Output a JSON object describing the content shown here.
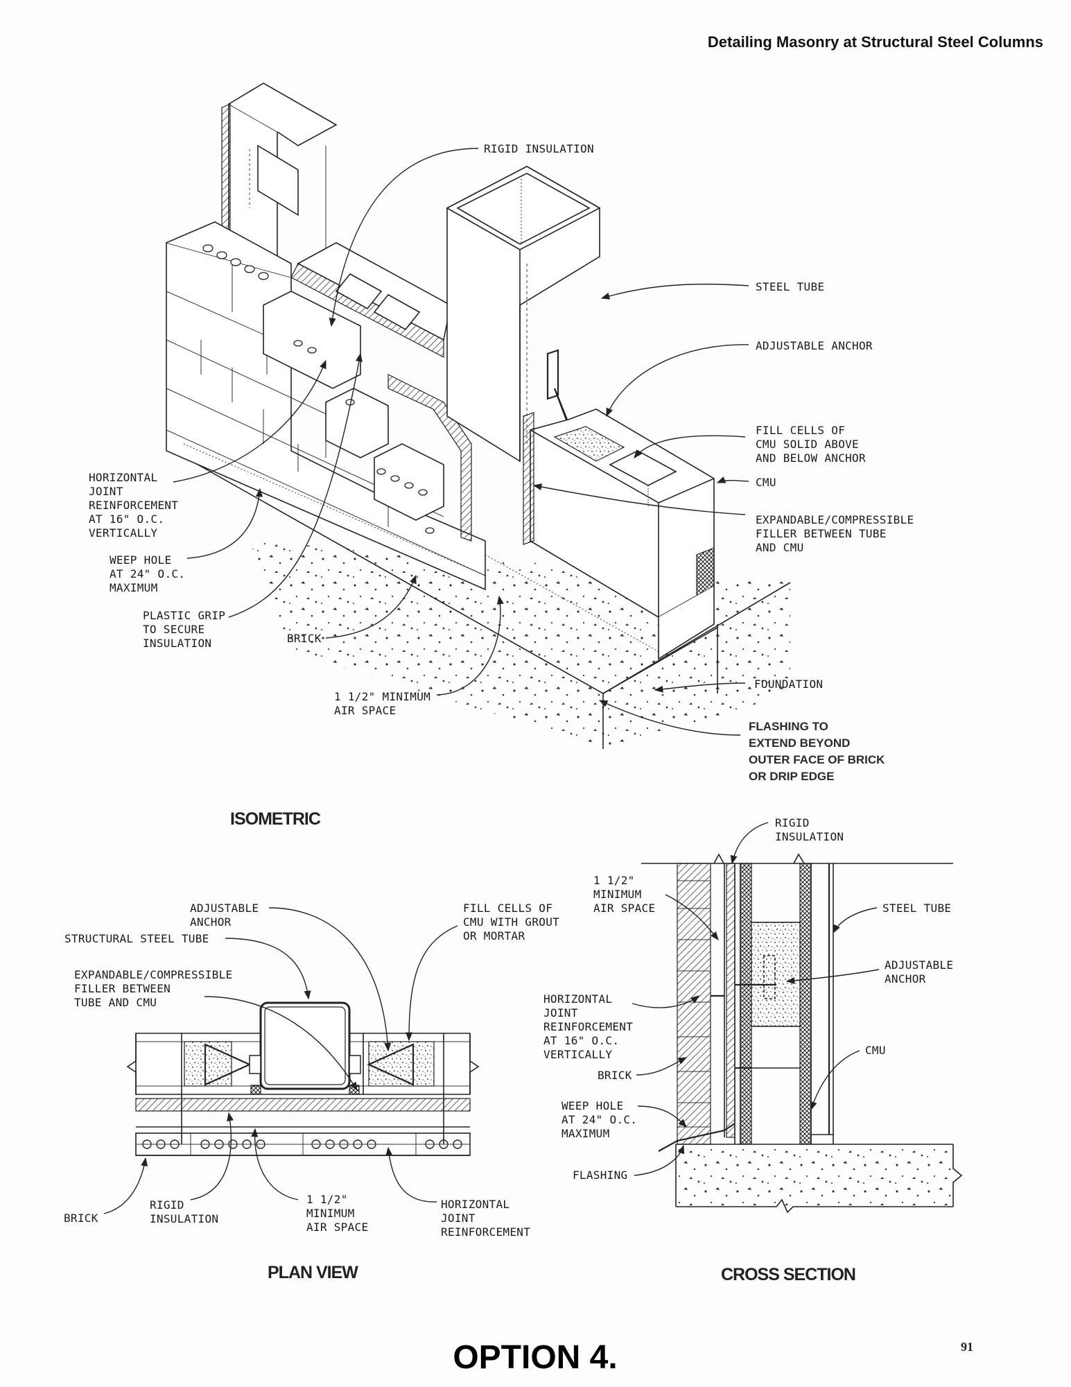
{
  "header": {
    "title": "Detailing Masonry at Structural Steel Columns"
  },
  "isometric": {
    "title": "ISOMETRIC",
    "labels": {
      "rigid_insulation": "RIGID INSULATION",
      "steel_tube": "STEEL TUBE",
      "adjustable_anchor": "ADJUSTABLE ANCHOR",
      "fill_cells": [
        "FILL CELLS OF",
        "CMU SOLID ABOVE",
        "AND BELOW ANCHOR"
      ],
      "cmu": "CMU",
      "filler": [
        "EXPANDABLE/COMPRESSIBLE",
        "FILLER BETWEEN TUBE",
        "AND CMU"
      ],
      "foundation": "FOUNDATION",
      "flashing": [
        "FLASHING TO",
        "EXTEND BEYOND",
        "OUTER FACE OF BRICK",
        "OR DRIP EDGE"
      ],
      "joint_reinforcement": [
        "HORIZONTAL",
        "JOINT",
        "REINFORCEMENT",
        "AT 16\" O.C.",
        "VERTICALLY"
      ],
      "weep_hole": [
        "WEEP HOLE",
        "AT 24\" O.C.",
        "MAXIMUM"
      ],
      "plastic_grip": [
        "PLASTIC GRIP",
        "TO SECURE",
        "INSULATION"
      ],
      "brick": "BRICK",
      "air_space": [
        "1 1/2\" MINIMUM",
        "AIR SPACE"
      ]
    }
  },
  "plan_view": {
    "title": "PLAN VIEW",
    "labels": {
      "adjustable_anchor": [
        "ADJUSTABLE",
        "ANCHOR"
      ],
      "structural_steel_tube": "STRUCTURAL STEEL TUBE",
      "filler": [
        "EXPANDABLE/COMPRESSIBLE",
        "FILLER BETWEEN",
        "TUBE AND CMU"
      ],
      "fill_cells": [
        "FILL CELLS OF",
        "CMU WITH GROUT",
        "OR MORTAR"
      ],
      "brick": "BRICK",
      "rigid_insulation": [
        "RIGID",
        "INSULATION"
      ],
      "air_space": [
        "1 1/2\"",
        "MINIMUM",
        "AIR SPACE"
      ],
      "joint_reinforcement": [
        "HORIZONTAL",
        "JOINT",
        "REINFORCEMENT"
      ]
    }
  },
  "cross_section": {
    "title": "CROSS SECTION",
    "labels": {
      "rigid_insulation": [
        "RIGID",
        "INSULATION"
      ],
      "air_space": [
        "1 1/2\"",
        "MINIMUM",
        "AIR SPACE"
      ],
      "steel_tube": "STEEL TUBE",
      "adjustable_anchor": [
        "ADJUSTABLE",
        "ANCHOR"
      ],
      "joint_reinforcement": [
        "HORIZONTAL",
        "JOINT",
        "REINFORCEMENT",
        "AT 16\" O.C.",
        "VERTICALLY"
      ],
      "cmu": "CMU",
      "brick": "BRICK",
      "weep_hole": [
        "WEEP HOLE",
        "AT 24\" O.C.",
        "MAXIMUM"
      ],
      "flashing": "FLASHING"
    }
  },
  "footer": {
    "option": "OPTION 4.",
    "page_number": "91"
  }
}
